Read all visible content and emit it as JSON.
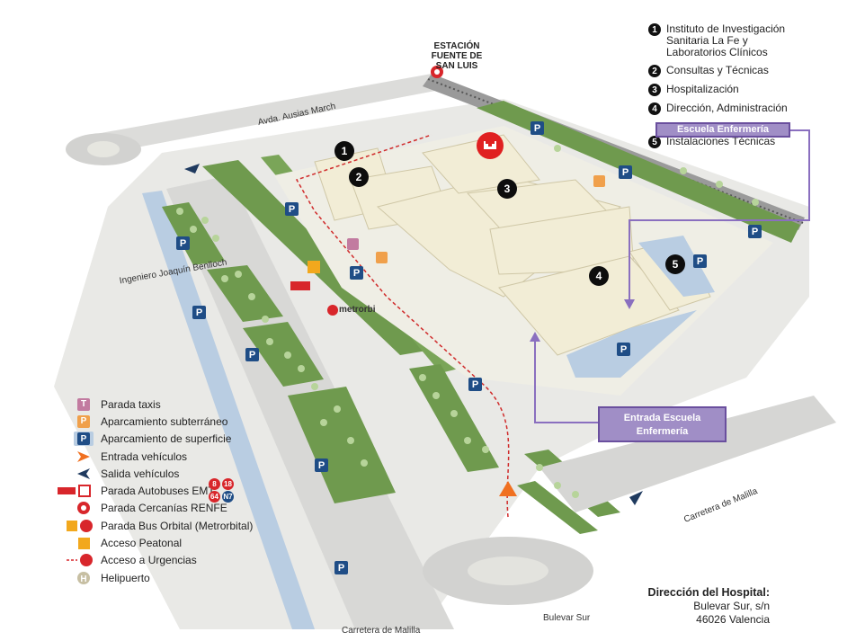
{
  "station": {
    "line1": "ESTACIÓN",
    "line2": "FUENTE DE SAN LUIS"
  },
  "roads": {
    "ausias_march": "Avda. Ausias March",
    "benlloch": "Ingeniero Joaquín Benlloch",
    "malilla_right": "Carretera de Malilla",
    "malilla_bottom": "Carretera de Malilla",
    "bulevar_sur": "Bulevar Sur"
  },
  "metro_label": "metrorbi",
  "buildings_legend": [
    {
      "num": "1",
      "label": "Instituto de Investigación Sanitaria La Fe y Laboratorios Clínicos"
    },
    {
      "num": "2",
      "label": "Consultas y Técnicas"
    },
    {
      "num": "3",
      "label": "Hospitalización"
    },
    {
      "num": "4",
      "label": "Dirección, Administración"
    },
    {
      "num": "5",
      "label": "Instalaciones Técnicas"
    }
  ],
  "map_badges": [
    "1",
    "2",
    "3",
    "4",
    "5"
  ],
  "parking_letter": "P",
  "taxi_letter": "T",
  "callouts": {
    "escuela": "Escuela Enfermería",
    "entrada": "Entrada Escuela Enfermería"
  },
  "legend": [
    {
      "icon": "taxi-icon",
      "label": "Parada taxis"
    },
    {
      "icon": "underground-parking-icon",
      "label": "Aparcamiento subterráneo"
    },
    {
      "icon": "surface-parking-icon",
      "label": "Aparcamiento de superficie"
    },
    {
      "icon": "vehicle-entry-arrow-icon",
      "label": "Entrada vehículos"
    },
    {
      "icon": "vehicle-exit-arrow-icon",
      "label": "Salida vehículos"
    },
    {
      "icon": "bus-icon",
      "label": "Parada Autobuses EMT",
      "lines": [
        "8",
        "18",
        "64",
        "N7"
      ]
    },
    {
      "icon": "renfe-icon",
      "label": "Parada Cercanías RENFE"
    },
    {
      "icon": "metrorbital-icon",
      "label": "Parada Bus Orbital (Metrorbital)"
    },
    {
      "icon": "pedestrian-icon",
      "label": "Acceso Peatonal"
    },
    {
      "icon": "emergency-icon",
      "label": "Acceso a Urgencias"
    },
    {
      "icon": "helipad-icon",
      "label": "Helipuerto"
    }
  ],
  "address": {
    "title": "Dirección del Hospital:",
    "line1": "Bulevar Sur, s/n",
    "line2": "46026 Valencia"
  },
  "colors": {
    "parking": "#1f4d86",
    "underground_parking": "#f0a04b",
    "taxi": "#c27ba0",
    "green": "#6f9a4e",
    "callout": "#a08ec6",
    "callout_border": "#6a4f9e",
    "emergency": "#e02020",
    "entry_arrow": "#f07020"
  }
}
